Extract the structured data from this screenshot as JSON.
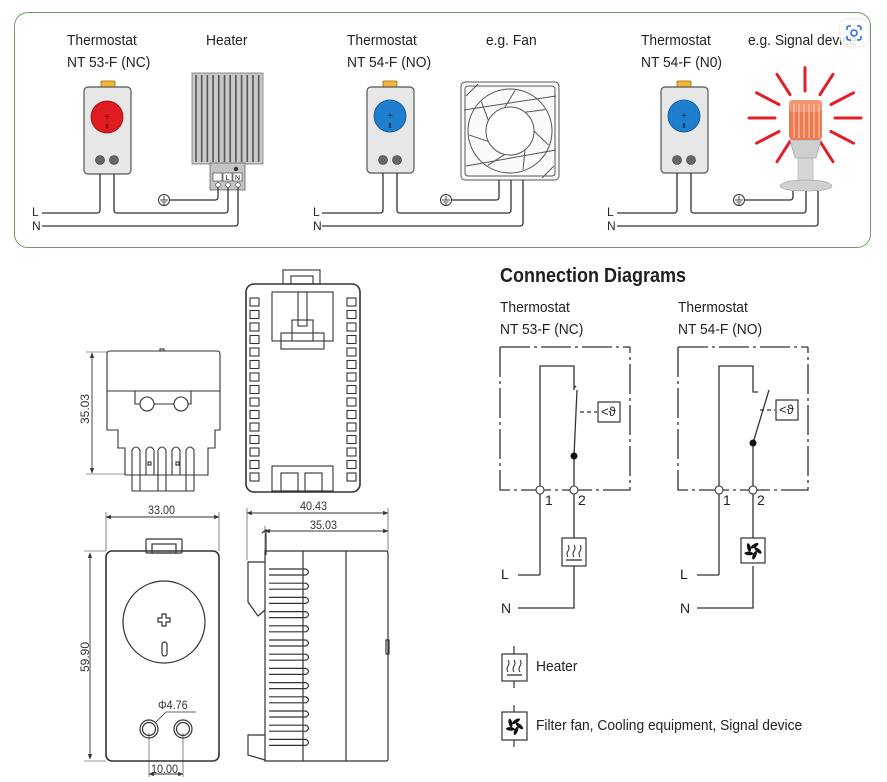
{
  "wiring_panel": {
    "border_color": "#6a9d5e",
    "groups": [
      {
        "thermostat_title": "Thermostat",
        "thermostat_model": "NT 53-F (NC)",
        "knob_color": "#e01b22",
        "device_label": "Heater",
        "device_icon": "heater-icon",
        "line_labels": [
          "L",
          "N"
        ]
      },
      {
        "thermostat_title": "Thermostat",
        "thermostat_model": "NT 54-F (NO)",
        "knob_color": "#1f7fcf",
        "device_label": "e.g. Fan",
        "device_icon": "fan-icon",
        "line_labels": [
          "L",
          "N"
        ]
      },
      {
        "thermostat_title": "Thermostat",
        "thermostat_model": "NT 54-F (N0)",
        "knob_color": "#1f7fcf",
        "device_label": "e.g. Signal device",
        "device_icon": "signal-light-icon",
        "line_labels": [
          "L",
          "N"
        ]
      }
    ],
    "heater_terminal_labels": [
      "⏚",
      "L",
      "N"
    ]
  },
  "dimensions": {
    "side_height": "35.03",
    "front_width": "33.00",
    "side_depth_total": "40.43",
    "side_depth_body": "35.03",
    "front_height": "59.90",
    "terminal_diameter": "Φ4.76",
    "terminal_spacing": "10.00"
  },
  "connection_diagrams": {
    "title": "Connection Diagrams",
    "diagrams": [
      {
        "thermostat_title": "Thermostat",
        "thermostat_model": "NT 53-F (NC)",
        "terminal_labels": [
          "1",
          "2"
        ],
        "sensor_label": "<ϑ",
        "line_labels": [
          "L",
          "N"
        ],
        "load_icon": "heater-symbol-icon"
      },
      {
        "thermostat_title": "Thermostat",
        "thermostat_model": "NT 54-F (NO)",
        "terminal_labels": [
          "1",
          "2"
        ],
        "sensor_label": "<ϑ",
        "line_labels": [
          "L",
          "N"
        ],
        "load_icon": "fan-symbol-icon"
      }
    ],
    "legend": [
      {
        "icon": "heater-symbol-icon",
        "label": "Heater"
      },
      {
        "icon": "fan-symbol-icon",
        "label": "Filter fan, Cooling equipment, Signal device"
      }
    ]
  },
  "overlay": {
    "lens_icon": "visual-search-icon"
  }
}
